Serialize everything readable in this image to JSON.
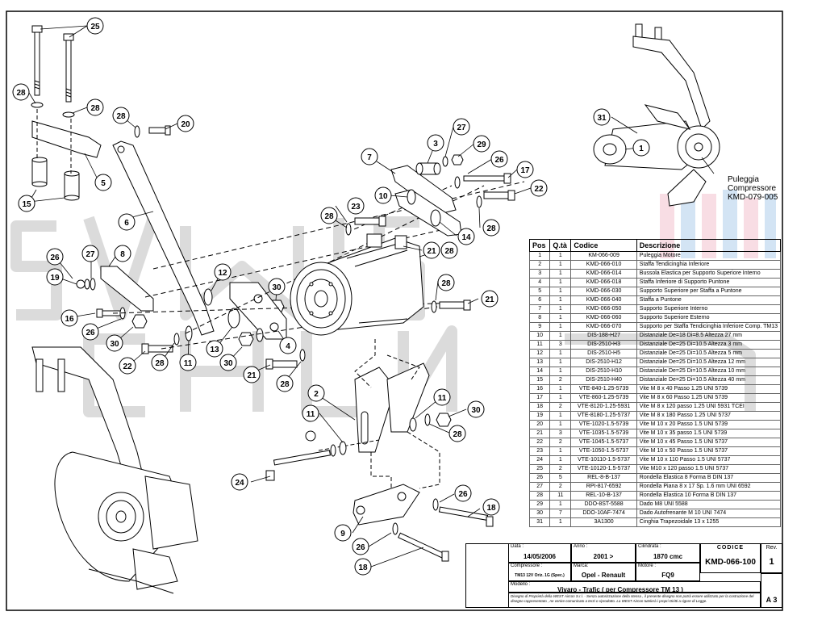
{
  "callouts": {
    "n1": "1",
    "n2": "2",
    "n3": "3",
    "n4": "4",
    "n5": "5",
    "n6": "6",
    "n7": "7",
    "n8": "8",
    "n9": "9",
    "n10": "10",
    "n11": "11",
    "n12": "12",
    "n13": "13",
    "n14": "14",
    "n15": "15",
    "n16": "16",
    "n17": "17",
    "n18": "18",
    "n19": "19",
    "n20": "20",
    "n21": "21",
    "n22": "22",
    "n23": "23",
    "n24": "24",
    "n25": "25",
    "n26": "26",
    "n27": "27",
    "n28": "28",
    "n29": "29",
    "n30": "30",
    "n31": "31"
  },
  "pulley_label": [
    "Puleggia",
    "Compressore",
    "KMD-079-005"
  ],
  "table": {
    "headers": [
      "Pos",
      "Q.tà",
      "Codice",
      "Descrizione"
    ],
    "rows": [
      [
        "1",
        "1",
        "KM-066-009",
        "Puleggia Motore"
      ],
      [
        "2",
        "1",
        "KMD-066-010",
        "Staffa Tendicinghia Inferiore"
      ],
      [
        "3",
        "1",
        "KMD-066-014",
        "Bussola Elastica per Supporto Superiore Interno"
      ],
      [
        "4",
        "1",
        "KMD-066-018",
        "Staffa Inferiore di Supporto Puntone"
      ],
      [
        "5",
        "1",
        "KMD-066-030",
        "Supporto Superiore per Staffa a Puntone"
      ],
      [
        "6",
        "1",
        "KMD-066-040",
        "Staffa a Puntone"
      ],
      [
        "7",
        "1",
        "KMD-066-050",
        "Supporto Superiore Interno"
      ],
      [
        "8",
        "1",
        "KMD-066-060",
        "Supporto Superiore Esterno"
      ],
      [
        "9",
        "1",
        "KMD-066-070",
        "Supporto per Staffa Tendicinghia Inferiore Comp. TM13"
      ],
      [
        "10",
        "1",
        "DIS-188-H27",
        "Distanziale De=18 Di=8.5 Altezza 27 mm"
      ],
      [
        "11",
        "3",
        "DIS-2510-H3",
        "Distanziale De=25 Di=10.5 Altezza 3 mm"
      ],
      [
        "12",
        "1",
        "DIS-2510-H5",
        "Distanziale De=25 Di=10.5 Altezza 5 mm"
      ],
      [
        "13",
        "1",
        "DIS-2510-H12",
        "Distanziale De=25 Di=10.5 Altezza 12 mm"
      ],
      [
        "14",
        "1",
        "DIS-2510-H10",
        "Distanziale De=25 Di=10.5 Altezza 10 mm"
      ],
      [
        "15",
        "2",
        "DIS-2510-H40",
        "Distanziale De=25 Di=10.5 Altezza 40 mm"
      ],
      [
        "16",
        "1",
        "VTE-840-1.25-5739",
        "Vite M 8 x 40 Passo 1.25 UNI 5739"
      ],
      [
        "17",
        "1",
        "VTE-860-1.25-5739",
        "Vite M 8 x 60 Passo 1.25 UNI 5739"
      ],
      [
        "18",
        "2",
        "VTE-8120-1.25-5931",
        "Vite M 8 x 120 passo 1.25 UNI 5931 TCEI"
      ],
      [
        "19",
        "1",
        "VTE-8180-1.25-5737",
        "Vite M 8 x 180 Passo 1.25 UNI 5737"
      ],
      [
        "20",
        "1",
        "VTE-1020-1.5-5739",
        "Vite M 10 x 20 Passo 1.5 UNI 5739"
      ],
      [
        "21",
        "3",
        "VTE-1035-1.5-5739",
        "Vite M 10 x 35 passo 1.5 UNI 5739"
      ],
      [
        "22",
        "2",
        "VTE-1045-1.5-5737",
        "Vite M 10 x 45 Passo 1.5 UNI 5737"
      ],
      [
        "23",
        "1",
        "VTE-1050-1.5-5737",
        "Vite M 10 x 50 Passo 1.5 UNI 5737"
      ],
      [
        "24",
        "1",
        "VTE-10110-1.5-5737",
        "Vite M 10 x 110 Passo 1.5 UNI 5737"
      ],
      [
        "25",
        "2",
        "VTE-10120-1.5-5737",
        "Vite M10 x 120 passo 1.5 UNI 5737"
      ],
      [
        "26",
        "5",
        "REL-8-B-137",
        "Rondella Elastica 8 Forma B DIN 137"
      ],
      [
        "27",
        "2",
        "RPI-817-6592",
        "Rondella Piana 8 x 17 Sp. 1.6 mm UNI 6592"
      ],
      [
        "28",
        "11",
        "REL-10-B-137",
        "Rondella Elastica 10 Forma B DIN 137"
      ],
      [
        "29",
        "1",
        "DDO-8ST-5588",
        "Dado M8 UNI 5588"
      ],
      [
        "30",
        "7",
        "DDO-10AF-7474",
        "Dado Autofrenante M 10 UNI 7474"
      ],
      [
        "31",
        "1",
        "3A1300",
        "Cinghia Trapezoidale 13 x 1255"
      ]
    ]
  },
  "title_block": {
    "data_label": "Data :",
    "data_value": "14/05/2006",
    "anno_label": "Anno :",
    "anno_value": "2001 >",
    "cilindrata_label": "Cilindrata :",
    "cilindrata_value": "1870 cmc",
    "codice_label": "CODICE",
    "codice_value": "KMD-066-100",
    "rev_label": "Rev.",
    "rev_value": "1",
    "compressore_label": "Compressore :",
    "compressore_value": "TM13 12V Oriz. 1G (Spec.)",
    "marca_label": "Marca:",
    "marca_value": "Opel - Renault",
    "motore_label": "Motore :",
    "motore_value": "FQ9",
    "modello_label": "Modello :",
    "modello_value": "Vivaro - Trafic ( per Compressore TM 13 )",
    "format_value": "A 3",
    "disclaimer": "Disegno di Proprietà della WEST Aircon S.r.l. - Senza autorizzazione della stessa , il presente disegno non potrà essere utilizzato per la costruzione del disegno rappresentato , ne venire comunicato a terzi o riprodotto. La WEST Aircon tutelerà i propri Diritti a rigore di Legge."
  },
  "colors": {
    "watermark": "#d8d8d8",
    "accent_blue": "#9fc4e8",
    "accent_pink": "#f0b4c4",
    "line": "#000000"
  }
}
